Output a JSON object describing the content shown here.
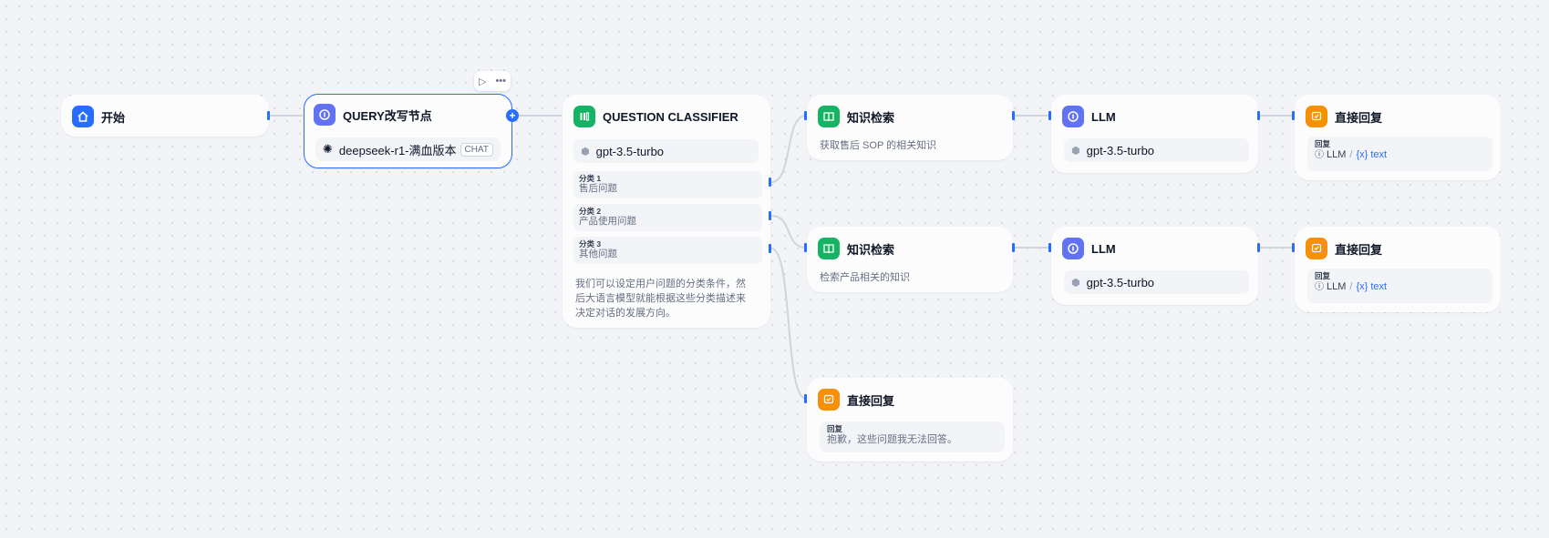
{
  "canvas": {
    "colors": {
      "accent": "#296dff",
      "edge": "#d0d5dd",
      "start": "#296dff",
      "llm": "#6172f3",
      "knowledge": "#16b364",
      "answer": "#f79009"
    }
  },
  "toolbar": {
    "run_icon": "play-icon",
    "more_icon": "more-icon"
  },
  "start": {
    "title": "开始",
    "icon": "home-icon"
  },
  "query": {
    "title": "QUERY改写节点",
    "icon": "llm-icon",
    "model": "deepseek-r1-满血版本",
    "mode_badge": "CHAT",
    "add_icon": "+"
  },
  "classifier": {
    "title": "QUESTION CLASSIFIER",
    "icon": "classifier-icon",
    "model": "gpt-3.5-turbo",
    "classes": [
      {
        "key": "分类 1",
        "value": "售后问题"
      },
      {
        "key": "分类 2",
        "value": "产品使用问题"
      },
      {
        "key": "分类 3",
        "value": "其他问题"
      }
    ],
    "description": [
      "我们可以设定用户问题的分类条件，然",
      "后大语言模型就能根据这些分类描述来",
      "决定对话的发展方向。"
    ]
  },
  "knowledge1": {
    "title": "知识检索",
    "icon": "book-icon",
    "desc": "获取售后 SOP 的相关知识"
  },
  "knowledge2": {
    "title": "知识检索",
    "icon": "book-icon",
    "desc": "检索产品相关的知识"
  },
  "llm1": {
    "title": "LLM",
    "icon": "llm-icon",
    "model": "gpt-3.5-turbo"
  },
  "llm2": {
    "title": "LLM",
    "icon": "llm-icon",
    "model": "gpt-3.5-turbo"
  },
  "answer1": {
    "title": "直接回复",
    "icon": "answer-icon",
    "key": "回复",
    "node": "LLM",
    "var": "{x} text"
  },
  "answer2": {
    "title": "直接回复",
    "icon": "answer-icon",
    "key": "回复",
    "node": "LLM",
    "var": "{x} text"
  },
  "answer3": {
    "title": "直接回复",
    "icon": "answer-icon",
    "key": "回复",
    "text": "抱歉，这些问题我无法回答。"
  }
}
